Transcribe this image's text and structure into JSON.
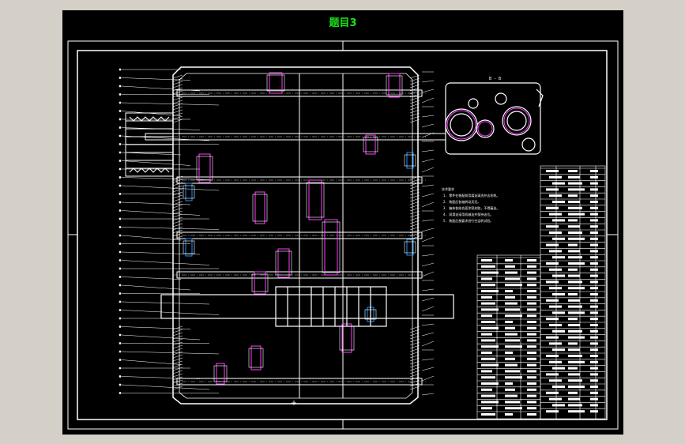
{
  "drawing": {
    "title": "题目3",
    "title_color": "#19e319",
    "background": "#000000",
    "line_color": "#ffffff",
    "gear_color": "#ff3cff",
    "accent_color": "#1e90ff",
    "window_background": "#d4d0c8"
  },
  "view_label": "B - B",
  "tech_req": {
    "heading": "技术要求",
    "lines": [
      "1. 零件在装配前用煤油清洗并去毛刺。",
      "2. 装配后各轴转动灵活。",
      "3. 箱体各结合面涂密封胶，不得漏油。",
      "4. 润滑油采用机械油并保持油位。",
      "5. 装配后按要求进行空运转试验。"
    ]
  },
  "icons": [
    "crosshair-icon"
  ]
}
